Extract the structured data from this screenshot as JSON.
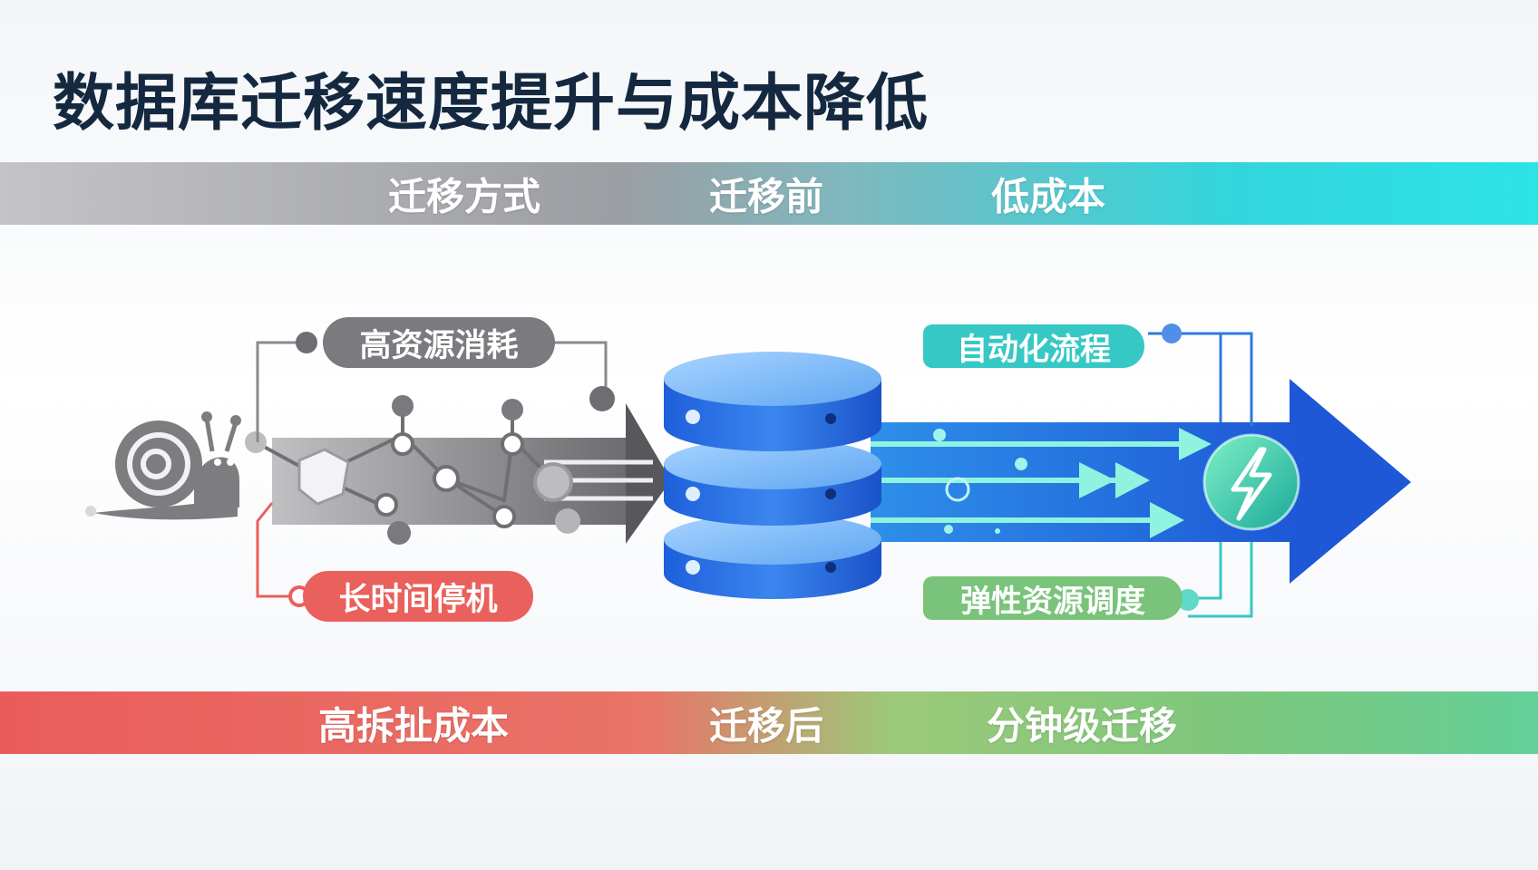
{
  "title": "数据库迁移速度提升与成本降低",
  "top_band": {
    "labels": [
      "迁移方式",
      "迁移前",
      "低成本"
    ]
  },
  "bottom_band": {
    "labels": [
      "高拆扯成本",
      "迁移后",
      "分钟级迁移"
    ]
  },
  "before": {
    "tag_resource": "高资源消耗",
    "tag_downtime": "长时间停机",
    "icon": "snail-icon"
  },
  "center": {
    "icon": "database-icon"
  },
  "after": {
    "tag_automation": "自动化流程",
    "tag_elastic": "弹性资源调度",
    "icon": "lightning-icon"
  },
  "colors": {
    "title": "#14283f",
    "gray": "#7d7d80",
    "red": "#e9605c",
    "teal": "#36c8c4",
    "green": "#79c37a",
    "blue": "#1f63db"
  }
}
